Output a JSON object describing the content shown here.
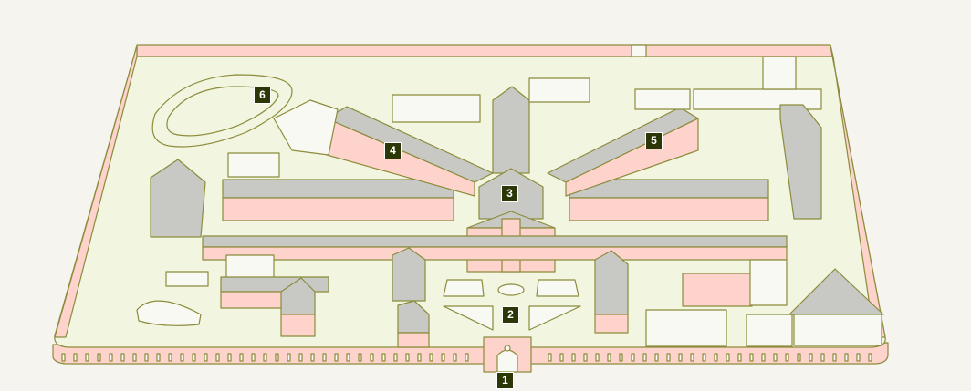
{
  "map": {
    "colors": {
      "ground": "#f2f5df",
      "wall": "#fdd3cb",
      "roof": "#c8c8c4",
      "outline": "#8c8c3c",
      "marker": "#2c3708"
    },
    "markers": [
      {
        "label": "1"
      },
      {
        "label": "2"
      },
      {
        "label": "3"
      },
      {
        "label": "4"
      },
      {
        "label": "5"
      },
      {
        "label": "6"
      }
    ]
  }
}
